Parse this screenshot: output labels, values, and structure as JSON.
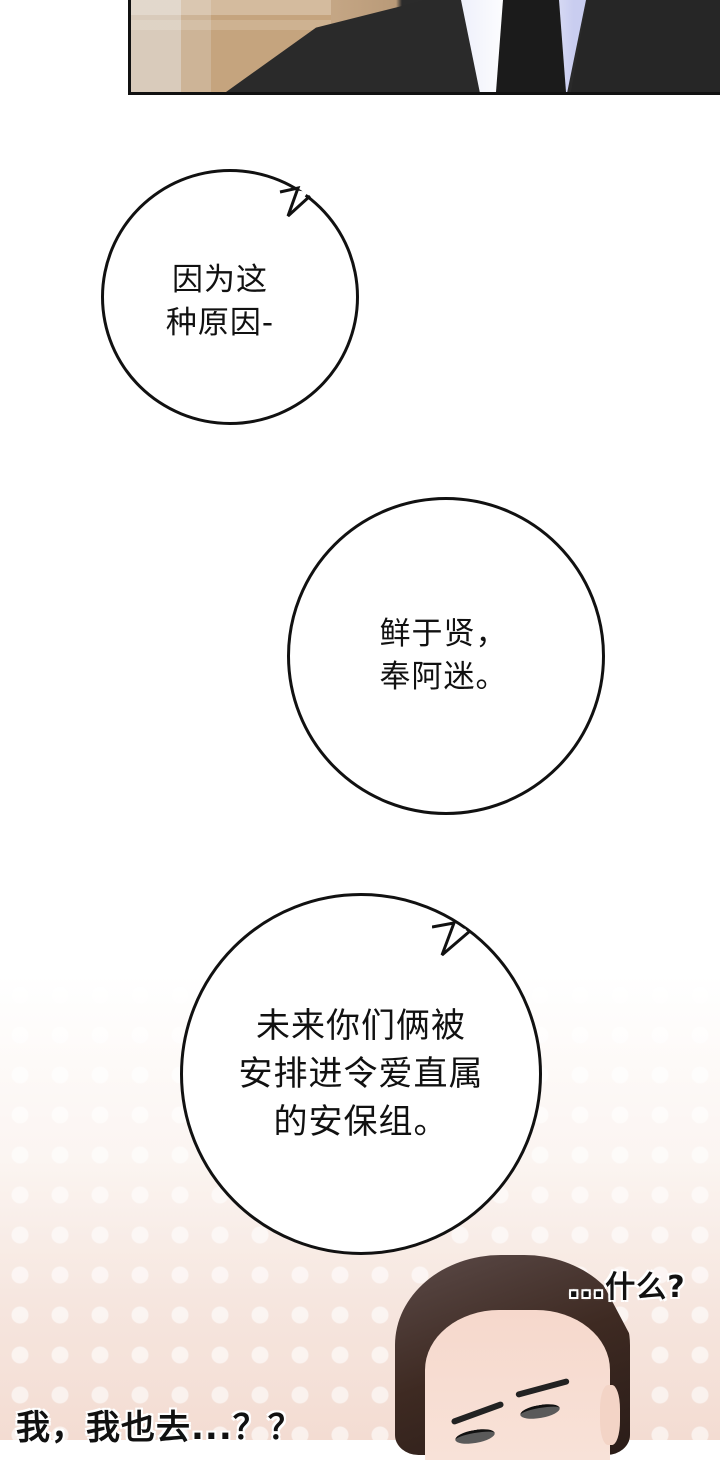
{
  "panels": {
    "top": {
      "description": "man in black suit and tie, cropped at shoulders"
    },
    "bottom": {
      "description": "dark-haired man frowning with raised eyebrow, floral wallpaper background"
    }
  },
  "bubbles": [
    {
      "id": "bubble-1",
      "text": "因为这\n种原因-"
    },
    {
      "id": "bubble-2",
      "text": "鲜于贤，\n奉阿迷。"
    },
    {
      "id": "bubble-3",
      "text": "未来你们俩被\n安排进令爱直属\n的安保组。"
    }
  ],
  "captions": {
    "what": "...什么?",
    "me_too": "我，我也去...？？"
  },
  "colors": {
    "bubble_border": "#111111",
    "suit": "#2a2a2a",
    "shirt": "#eef0fb",
    "hair": "#3e2a22",
    "background_tint": "#f6e4dc"
  }
}
